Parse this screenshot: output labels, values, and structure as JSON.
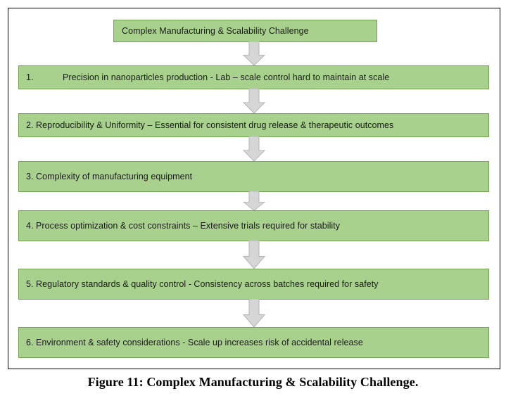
{
  "figure": {
    "caption": "Figure 11: Complex Manufacturing & Scalability Challenge.",
    "title_box": "Complex Manufacturing & Scalability Challenge"
  },
  "colors": {
    "box_fill": "#a9d18e",
    "box_border": "#74a355",
    "arrow_fill": "#d6d6d6",
    "arrow_border": "#b3b3b3",
    "frame_border": "#000000",
    "text": "#1a1a1a"
  },
  "chart_data": {
    "type": "diagram",
    "title": "Complex Manufacturing & Scalability Challenge",
    "nodes": [
      {
        "id": "root",
        "label": "Complex Manufacturing & Scalability Challenge"
      },
      {
        "id": "step1",
        "number": "1.",
        "label": "Precision in nanoparticles production -  Lab – scale control hard to maintain at scale"
      },
      {
        "id": "step2",
        "number": "2.",
        "label": "Reproducibility & Uniformity – Essential for consistent drug release & therapeutic outcomes"
      },
      {
        "id": "step3",
        "number": "3.",
        "label": "Complexity of manufacturing equipment"
      },
      {
        "id": "step4",
        "number": "4.",
        "label": "Process optimization & cost constraints – Extensive trials required for stability"
      },
      {
        "id": "step5",
        "number": "5.",
        "label": "Regulatory standards & quality control -   Consistency across batches required for safety"
      },
      {
        "id": "step6",
        "number": "6.",
        "label": "Environment & safety considerations -   Scale up increases risk of accidental release"
      }
    ],
    "edges": [
      {
        "from": "root",
        "to": "step1",
        "type": "down-arrow"
      },
      {
        "from": "step1",
        "to": "step2",
        "type": "down-arrow"
      },
      {
        "from": "step2",
        "to": "step3",
        "type": "down-arrow"
      },
      {
        "from": "step3",
        "to": "step4",
        "type": "down-arrow"
      },
      {
        "from": "step4",
        "to": "step5",
        "type": "down-arrow"
      },
      {
        "from": "step5",
        "to": "step6",
        "type": "down-arrow"
      }
    ]
  },
  "steps": {
    "step1_number": "1.",
    "step1_text": "Precision in nanoparticles production -  Lab – scale control hard to maintain at scale",
    "step2_text": "2. Reproducibility & Uniformity – Essential for consistent drug release & therapeutic outcomes",
    "step3_text": "3. Complexity of manufacturing equipment",
    "step4_text": "4. Process optimization & cost constraints – Extensive trials required for stability",
    "step5_text": "5. Regulatory standards & quality control -   Consistency across batches required for safety",
    "step6_text": "6. Environment & safety considerations -   Scale up increases risk of accidental release"
  }
}
